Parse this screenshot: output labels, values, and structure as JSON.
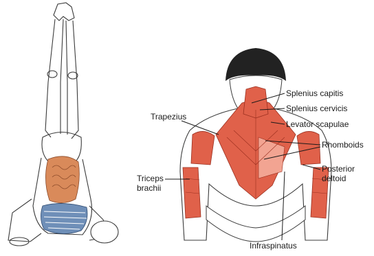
{
  "labels": {
    "splenius_capitis": "Splenius capitis",
    "splenius_cervicis": "Splenius cervicis",
    "levator_scapulae": "Levator scapulae",
    "trapezius": "Trapezius",
    "rhomboids": "Rhomboids",
    "triceps_line1": "Triceps",
    "triceps_line2": "brachii",
    "posterior_line1": "Posterior",
    "posterior_line2": "deltoid",
    "infraspinatus": "Infraspinatus"
  },
  "colors": {
    "muscle": "#e0614a",
    "muscle_light": "#f2a492",
    "outline": "#3a3a3a",
    "hair": "#222222",
    "organ_orange": "#d98a5a",
    "organ_blue": "#6f8fb8",
    "leader": "#1a1a1a"
  }
}
